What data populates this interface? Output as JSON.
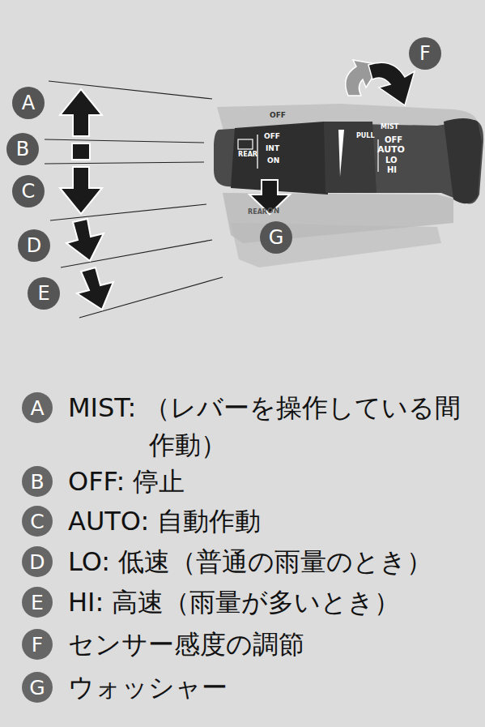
{
  "diagram": {
    "nodes": [
      {
        "text": [
          "A"
        ]
      },
      {
        "text": [
          "B"
        ]
      },
      {
        "text": [
          "C"
        ]
      },
      {
        "text": [
          "D"
        ]
      },
      {
        "text": [
          "E"
        ]
      },
      {
        "text": [
          "F"
        ]
      },
      {
        "text": [
          "G"
        ]
      },
      {
        "text": [
          "A"
        ]
      },
      {
        "text": [
          "B"
        ]
      },
      {
        "text": [
          "C"
        ]
      },
      {
        "text": [
          "D"
        ]
      },
      {
        "text": [
          "E"
        ]
      },
      {
        "text": [
          "F"
        ]
      },
      {
        "text": [
          "G"
        ]
      }
    ],
    "labels": [
      "OFF",
      "OFF",
      "INT",
      "ON",
      "REAR",
      "PULL",
      "MIST",
      "OFF",
      "AUTO",
      "LO",
      "HI",
      "REAR",
      "ON",
      "MIST: （レバーを操作している間作動）",
      "OFF: 停止",
      "AUTO: 自動作動",
      "LO: 低速（普通の雨量のとき）",
      "HI: 高速（雨量が多いとき）",
      "センサー感度の調節",
      "ウォッシャー"
    ]
  }
}
